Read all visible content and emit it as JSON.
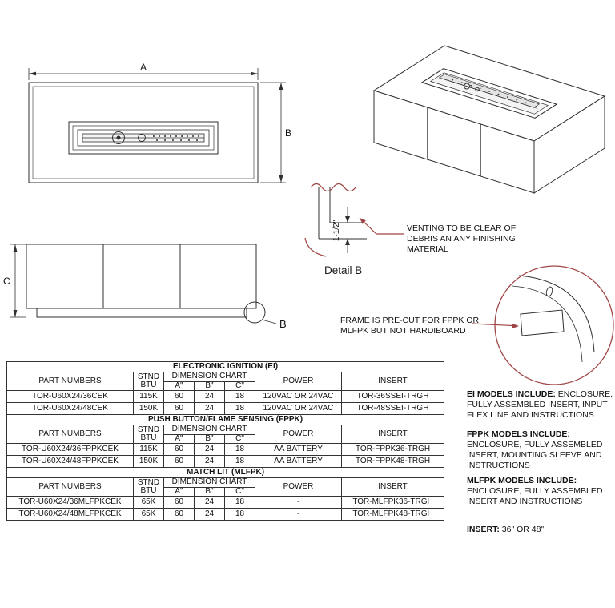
{
  "drawing": {
    "dim_a": "A",
    "dim_b": "B",
    "dim_c": "C",
    "detail_callout": "B",
    "detail_title": "Detail B",
    "vent_dimension": "1-1/2\"",
    "venting_note": "VENTING TO BE CLEAR OF\nDEBRIS AN ANY FINISHING\nMATERIAL",
    "frame_note": "FRAME IS PRE-CUT FOR FPPK OR\nMLFPK BUT NOT HARDIBOARD"
  },
  "headers": {
    "part": "PART NUMBERS",
    "btu": "STND BTU",
    "dim_chart": "DIMENSION CHART",
    "a": "A\"",
    "b": "B\"",
    "c": "C\"",
    "power": "POWER",
    "insert": "INSERT"
  },
  "tables": [
    {
      "title": "ELECTRONIC IGNITION (EI)",
      "rows": [
        {
          "part": "TOR-U60X24/36CEK",
          "btu": "115K",
          "a": "60",
          "b": "24",
          "c": "18",
          "power": "120VAC OR 24VAC",
          "insert": "TOR-36SSEI-TRGH"
        },
        {
          "part": "TOR-U60X24/48CEK",
          "btu": "150K",
          "a": "60",
          "b": "24",
          "c": "18",
          "power": "120VAC OR 24VAC",
          "insert": "TOR-48SSEI-TRGH"
        }
      ]
    },
    {
      "title": "PUSH BUTTON/FLAME SENSING (FPPK)",
      "rows": [
        {
          "part": "TOR-U60X24/36FPPKCEK",
          "btu": "115K",
          "a": "60",
          "b": "24",
          "c": "18",
          "power": "AA BATTERY",
          "insert": "TOR-FPPK36-TRGH"
        },
        {
          "part": "TOR-U60X24/48FPPKCEK",
          "btu": "150K",
          "a": "60",
          "b": "24",
          "c": "18",
          "power": "AA BATTERY",
          "insert": "TOR-FPPK48-TRGH"
        }
      ]
    },
    {
      "title": "MATCH LIT (MLFPK)",
      "rows": [
        {
          "part": "TOR-U60X24/36MLFPKCEK",
          "btu": "65K",
          "a": "60",
          "b": "24",
          "c": "18",
          "power": "-",
          "insert": "TOR-MLFPK36-TRGH"
        },
        {
          "part": "TOR-U60X24/48MLFPKCEK",
          "btu": "65K",
          "a": "60",
          "b": "24",
          "c": "18",
          "power": "-",
          "insert": "TOR-MLFPK48-TRGH"
        }
      ]
    }
  ],
  "notes": [
    {
      "label": "EI MODELS INCLUDE:",
      "text": "ENCLOSURE, FULLY ASSEMBLED INSERT, INPUT FLEX LINE AND INSTRUCTIONS"
    },
    {
      "label": "FPPK MODELS INCLUDE:",
      "text": "ENCLOSURE, FULLY ASSEMBLED INSERT, MOUNTING SLEEVE AND INSTRUCTIONS"
    },
    {
      "label": "MLFPK MODELS INCLUDE:",
      "text": "ENCLOSURE, FULLY ASSEMBLED INSERT AND INSTRUCTIONS"
    },
    {
      "label": "INSERT:",
      "text": "36\" OR 48\""
    }
  ],
  "colors": {
    "accent_red": "#a04545",
    "line": "#2f2f2f"
  }
}
